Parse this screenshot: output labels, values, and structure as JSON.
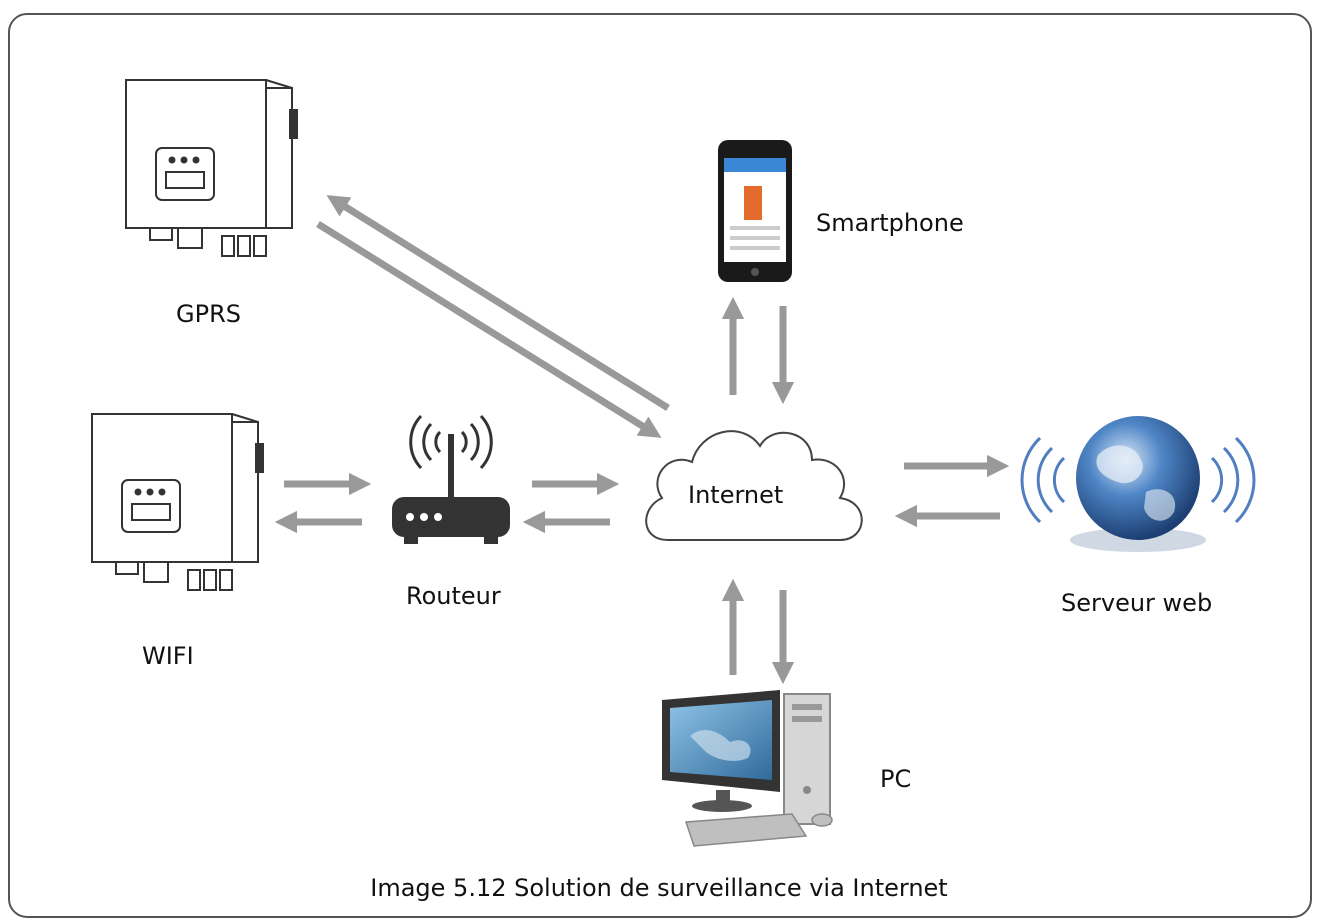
{
  "labels": {
    "gprs": "GPRS",
    "wifi": "WIFI",
    "router": "Routeur",
    "internet": "Internet",
    "smartphone": "Smartphone",
    "web_server": "Serveur web",
    "pc": "PC"
  },
  "caption": "Image 5.12 Solution de surveillance via Internet",
  "colors": {
    "arrow": "#999999",
    "frame": "#555555",
    "device_stroke": "#333333",
    "globe": "#2f6bb0"
  },
  "icons": {
    "inverter": "inverter-icon",
    "router": "router-icon",
    "cloud": "cloud-icon",
    "phone": "smartphone-icon",
    "globe": "globe-icon",
    "computer": "computer-icon"
  }
}
